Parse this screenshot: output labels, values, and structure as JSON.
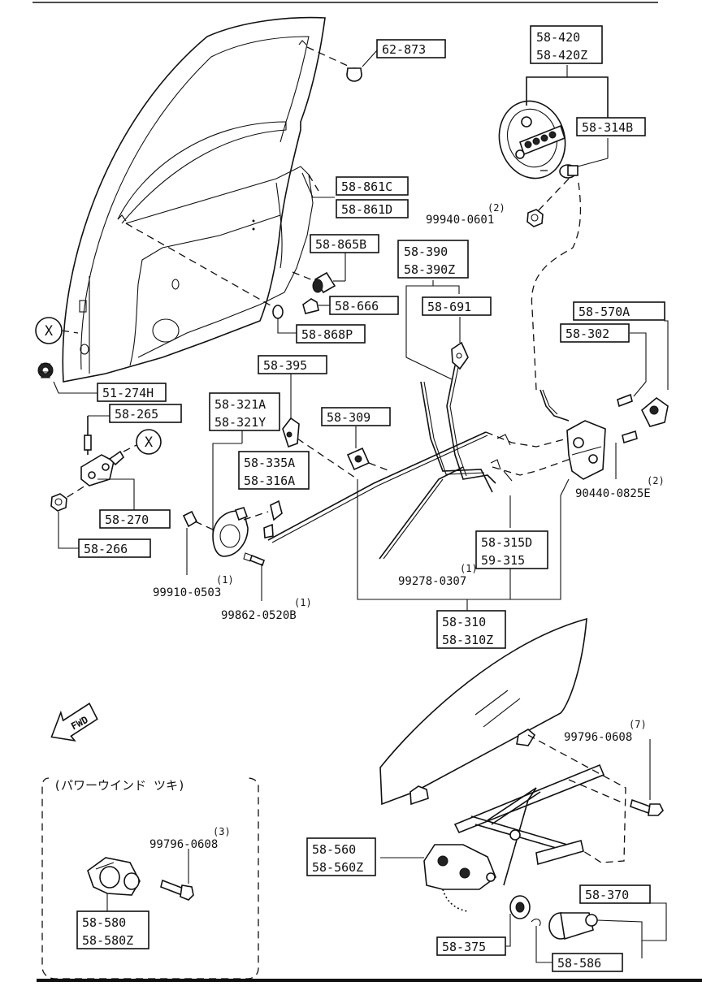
{
  "labels": {
    "p62873": "62-873",
    "p58420": "58-420",
    "p58420z": "58-420Z",
    "p58314b": "58-314B",
    "p58861c": "58-861C",
    "p58861d": "58-861D",
    "p99940_qty": "(2)",
    "p99940": "99940-0601",
    "p58865b": "58-865B",
    "p58390": "58-390",
    "p58390z": "58-390Z",
    "p58666": "58-666",
    "p58691": "58-691",
    "p58868p": "58-868P",
    "marker_x1": "X",
    "marker_x2": "X",
    "p58570a": "58-570A",
    "p58302": "58-302",
    "p51274h": "51-274H",
    "p58395": "58-395",
    "p58265": "58-265",
    "p58321a": "58-321A",
    "p58321y": "58-321Y",
    "p58309": "58-309",
    "p58335a": "58-335A",
    "p58316a": "58-316A",
    "p90440_qty": "(2)",
    "p90440": "90440-0825E",
    "p58270": "58-270",
    "p58266": "58-266",
    "p58315d": "58-315D",
    "p59315": "59-315",
    "p99278_qty": "(1)",
    "p99278": "99278-0307",
    "p99910_qty": "(1)",
    "p99910": "99910-0503",
    "p99862_qty": "(1)",
    "p99862": "99862-0520B",
    "p58310": "58-310",
    "p58310z": "58-310Z",
    "fwd": "FWD",
    "p99796a_qty": "(7)",
    "p99796a": "99796-0608",
    "pw_title": "(パワーウインド ツキ)",
    "p99796b_qty": "(3)",
    "p99796b": "99796-0608",
    "p58560": "58-560",
    "p58560z": "58-560Z",
    "p58370": "58-370",
    "p58580": "58-580",
    "p58580z": "58-580Z",
    "p58375": "58-375",
    "p58586": "58-586"
  }
}
